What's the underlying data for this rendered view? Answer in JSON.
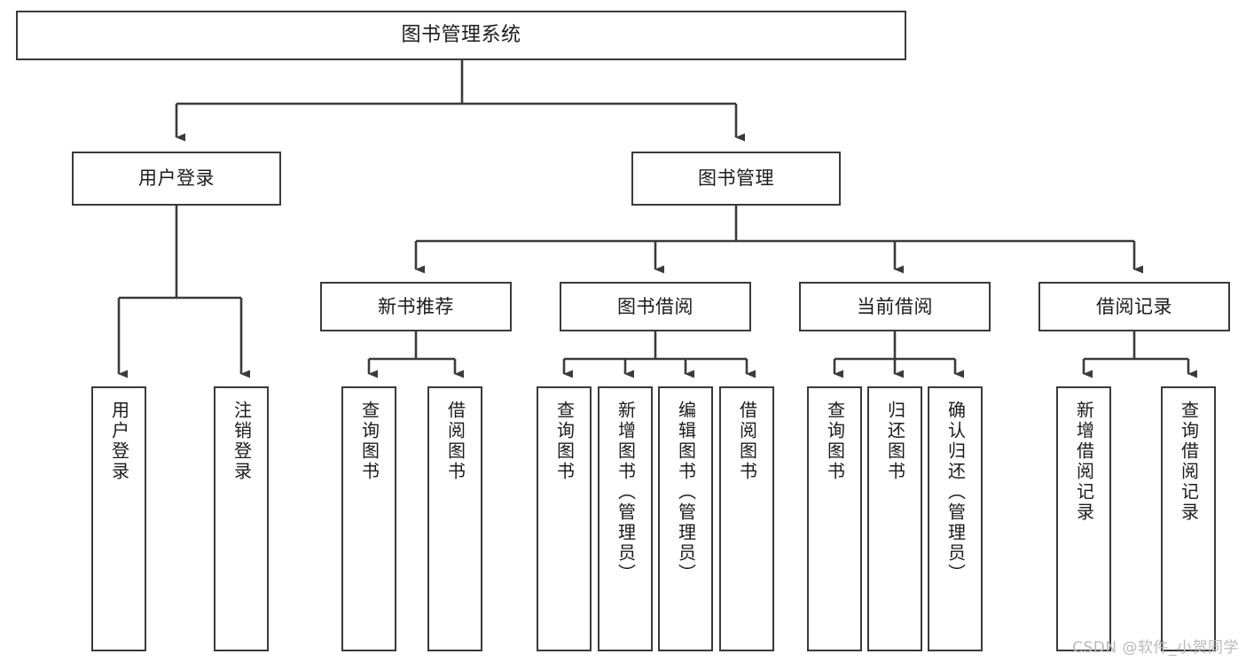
{
  "diagram": {
    "title": "图书管理系统",
    "watermark": "CSDN @软件_小贺同学",
    "line_color": "#3a3a3a",
    "box_border_color": "#3a3a3a",
    "background_color": "#ffffff",
    "text_color": "#1b1b1b"
  },
  "nodes": {
    "root": {
      "label": "图书管理系统"
    },
    "level2": [
      {
        "label": "用户登录"
      },
      {
        "label": "图书管理"
      }
    ],
    "level3": [
      {
        "label": "新书推荐"
      },
      {
        "label": "图书借阅"
      },
      {
        "label": "当前借阅"
      },
      {
        "label": "借阅记录"
      }
    ],
    "leaves": {
      "user_login": [
        {
          "label": "用户登录"
        },
        {
          "label": "注销登录"
        }
      ],
      "new_book_recommend": [
        {
          "label": "查询图书"
        },
        {
          "label": "借阅图书"
        }
      ],
      "book_borrow": [
        {
          "label": "查询图书"
        },
        {
          "label": "新增图书（管理员）"
        },
        {
          "label": "编辑图书（管理员）"
        },
        {
          "label": "借阅图书"
        }
      ],
      "current_borrow": [
        {
          "label": "查询图书"
        },
        {
          "label": "归还图书"
        },
        {
          "label": "确认归还（管理员）"
        }
      ],
      "borrow_record": [
        {
          "label": "新增借阅记录"
        },
        {
          "label": "查询借阅记录"
        }
      ]
    }
  },
  "chart_data": {
    "type": "diagram",
    "subtype": "tree",
    "title": "图书管理系统",
    "orientation": "top-down",
    "tree": {
      "label": "图书管理系统",
      "children": [
        {
          "label": "用户登录",
          "children": [
            {
              "label": "用户登录"
            },
            {
              "label": "注销登录"
            }
          ]
        },
        {
          "label": "图书管理",
          "children": [
            {
              "label": "新书推荐",
              "children": [
                {
                  "label": "查询图书"
                },
                {
                  "label": "借阅图书"
                }
              ]
            },
            {
              "label": "图书借阅",
              "children": [
                {
                  "label": "查询图书"
                },
                {
                  "label": "新增图书（管理员）"
                },
                {
                  "label": "编辑图书（管理员）"
                },
                {
                  "label": "借阅图书"
                }
              ]
            },
            {
              "label": "当前借阅",
              "children": [
                {
                  "label": "查询图书"
                },
                {
                  "label": "归还图书"
                },
                {
                  "label": "确认归还（管理员）"
                }
              ]
            },
            {
              "label": "借阅记录",
              "children": [
                {
                  "label": "新增借阅记录"
                },
                {
                  "label": "查询借阅记录"
                }
              ]
            }
          ]
        }
      ]
    }
  }
}
